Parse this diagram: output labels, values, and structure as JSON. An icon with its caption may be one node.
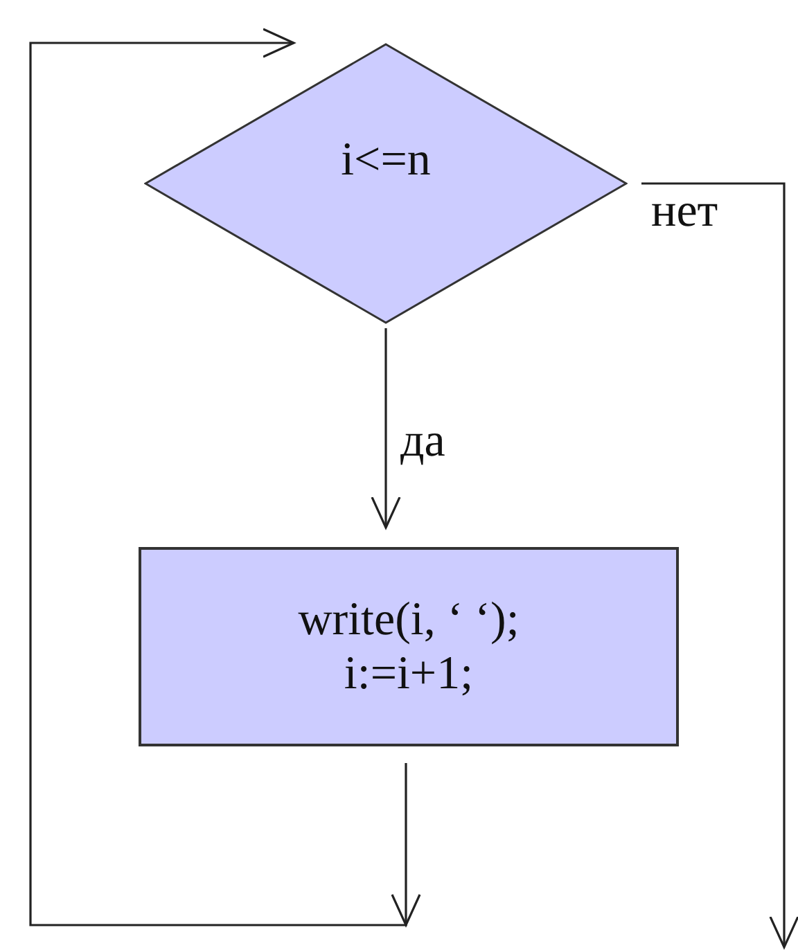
{
  "diagram": {
    "nodes": [
      {
        "text": [
          "i<=n"
        ]
      },
      {
        "text": [
          "write(i, ‘ ‘);",
          "i:=i+1;"
        ]
      }
    ],
    "edges": [
      {
        "from": 0,
        "to": 1,
        "arrow": "to",
        "label": "да"
      },
      {
        "from": 1,
        "to": 0,
        "arrow": "to"
      },
      {
        "from": 0,
        "to": null,
        "arrow": "to",
        "label": "нет"
      }
    ]
  }
}
